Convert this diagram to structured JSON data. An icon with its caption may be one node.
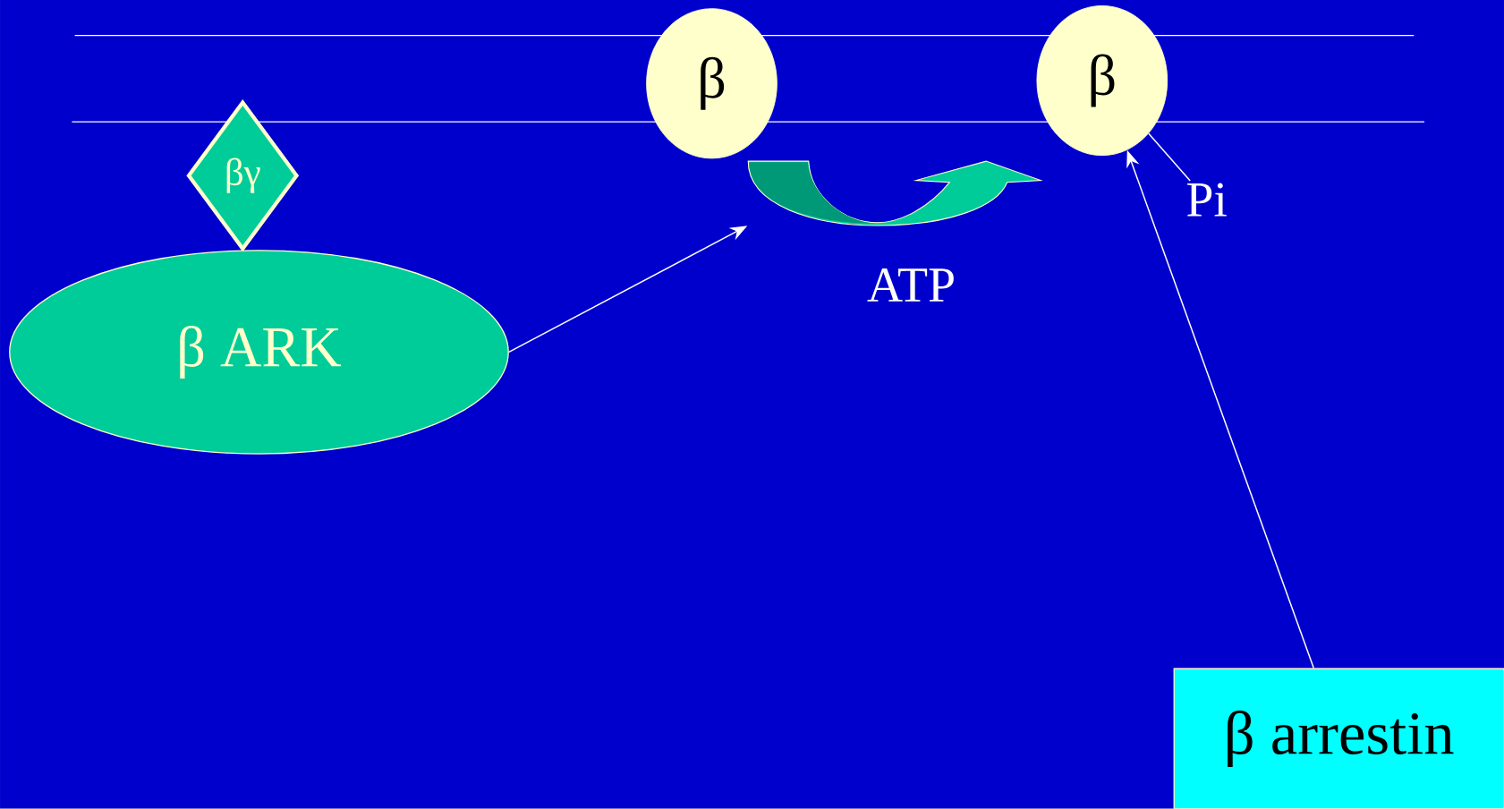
{
  "diagram": {
    "nodes": [
      {
        "text": [
          "β"
        ]
      },
      {
        "text": [
          "β"
        ]
      },
      {
        "text": [
          "βγ"
        ]
      },
      {
        "text": [],
        "shape": "arrow",
        "beside": [
          "ATP"
        ]
      },
      {
        "text": [
          "Pi"
        ]
      },
      {
        "text": [
          "β ARK"
        ]
      },
      {
        "text": [
          "β arrestin"
        ]
      }
    ],
    "edges": [
      {
        "from": 5,
        "to": 3,
        "arrow": "to"
      },
      {
        "from": 6,
        "to": 1,
        "arrow": "to"
      },
      {
        "from": 4,
        "to": 1,
        "arrow": "none"
      }
    ]
  }
}
